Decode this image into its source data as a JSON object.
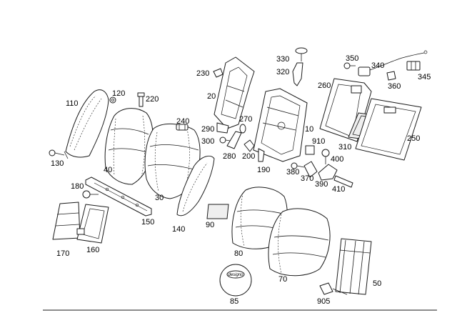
{
  "diagram": {
    "callouts": {
      "c110": "110",
      "c120": "120",
      "c220": "220",
      "c230": "230",
      "c20": "20",
      "c330": "330",
      "c320": "320",
      "c350": "350",
      "c340": "340",
      "c360": "360",
      "c345": "345",
      "c260": "260",
      "c240": "240",
      "c270": "270",
      "c10": "10",
      "c290": "290",
      "c300": "300",
      "c280": "280",
      "c200": "200",
      "c190": "190",
      "c910": "910",
      "c310": "310",
      "c250": "250",
      "c400": "400",
      "c380": "380",
      "c370": "370",
      "c390": "390",
      "c410": "410",
      "c130": "130",
      "c40": "40",
      "c180": "180",
      "c30": "30",
      "c150": "150",
      "c140": "140",
      "c90": "90",
      "c170": "170",
      "c160": "160",
      "c80": "80",
      "c70": "70",
      "c50": "50",
      "c85": "85",
      "c905": "905"
    },
    "badge_text": "designo"
  }
}
